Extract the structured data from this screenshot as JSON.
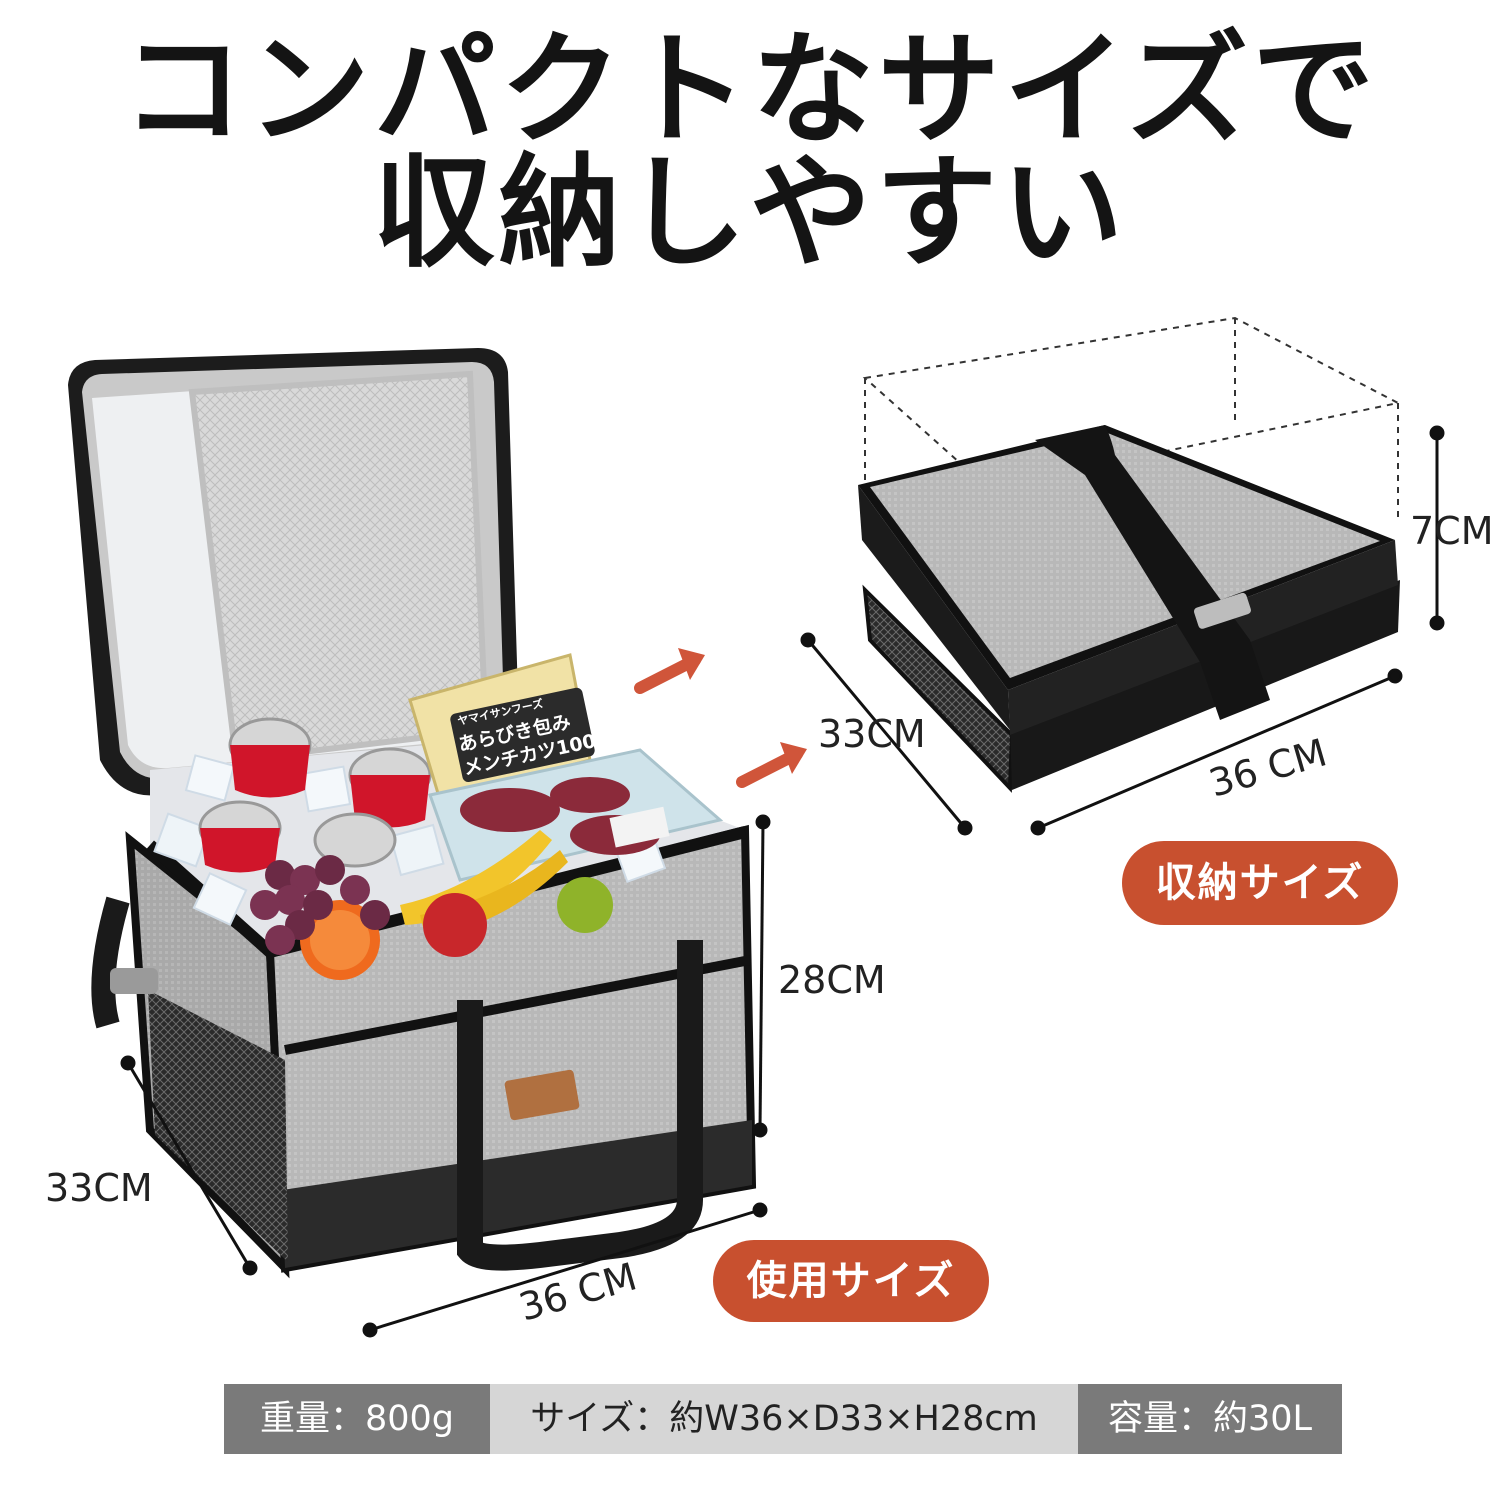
{
  "headline": {
    "line1": "コンパクトなサイズで",
    "line2": "収納しやすい"
  },
  "open_bag": {
    "width_label": "36 CM",
    "depth_label": "33CM",
    "height_label": "28CM",
    "badge": "使用サイズ"
  },
  "folded_bag": {
    "depth_label": "33CM",
    "width_label": "36 CM",
    "height_label": "7CM",
    "badge": "収納サイズ"
  },
  "food_package": {
    "brand": "ヤマイサンフーズ",
    "line1": "あらびき包み",
    "line2": "メンチカツ100"
  },
  "specs": {
    "weight": "重量：800g",
    "size": "サイズ：約W36×D33×H28cm",
    "capacity": "容量：約30L"
  },
  "colors": {
    "accent": "#c8502f",
    "headline": "#141414",
    "spec_dark": "#7a7a7a",
    "spec_light": "#d6d6d6"
  },
  "icons": {
    "arrow": "arrow-right-up-icon"
  }
}
